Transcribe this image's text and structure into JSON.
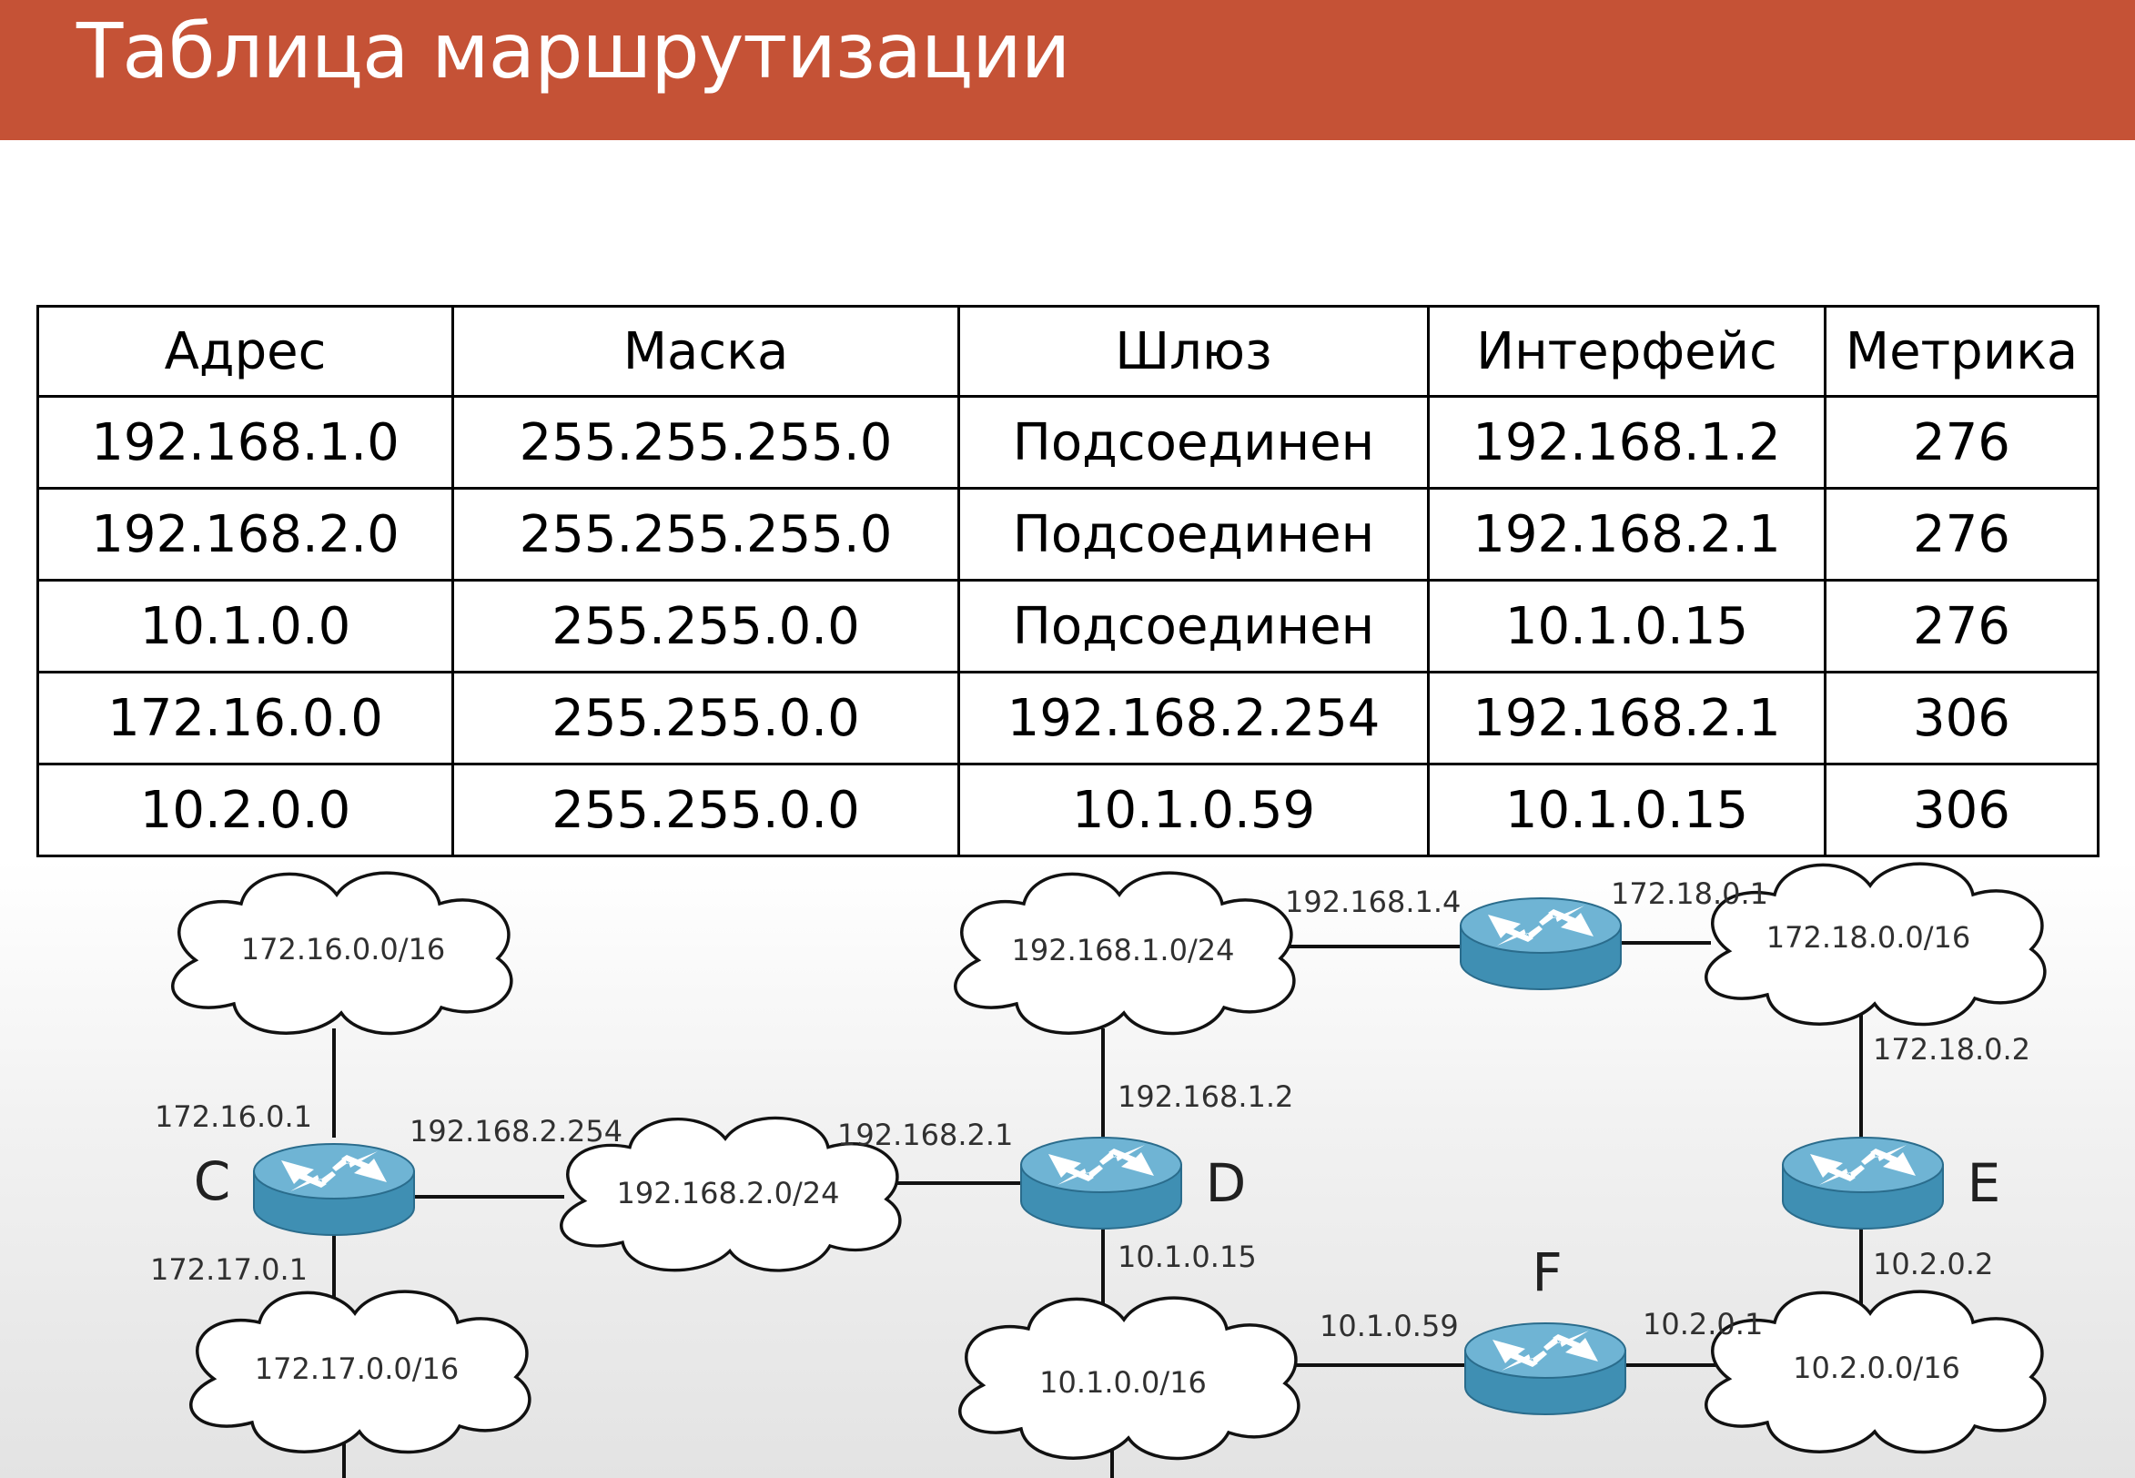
{
  "title": "Таблица маршрутизации",
  "table": {
    "headers": [
      "Адрес",
      "Маска",
      "Шлюз",
      "Интерфейс",
      "Метрика"
    ],
    "rows": [
      [
        "192.168.1.0",
        "255.255.255.0",
        "Подсоединен",
        "192.168.1.2",
        "276"
      ],
      [
        "192.168.2.0",
        "255.255.255.0",
        "Подсоединен",
        "192.168.2.1",
        "276"
      ],
      [
        "10.1.0.0",
        "255.255.0.0",
        "Подсоединен",
        "10.1.0.15",
        "276"
      ],
      [
        "172.16.0.0",
        "255.255.0.0",
        "192.168.2.254",
        "192.168.2.1",
        "306"
      ],
      [
        "10.2.0.0",
        "255.255.0.0",
        "10.1.0.59",
        "10.1.0.15",
        "306"
      ]
    ]
  },
  "diagram": {
    "networks": {
      "net_172_16": "172.16.0.0/16",
      "net_172_17": "172.17.0.0/16",
      "net_192_168_2": "192.168.2.0/24",
      "net_192_168_1": "192.168.1.0/24",
      "net_10_1": "10.1.0.0/16",
      "net_172_18": "172.18.0.0/16",
      "net_10_2": "10.2.0.0/16"
    },
    "routers": {
      "c": "C",
      "d": "D",
      "e": "E",
      "f": "F"
    },
    "interfaces": {
      "c_top": "172.16.0.1",
      "c_right": "192.168.2.254",
      "c_bottom": "172.17.0.1",
      "d_left": "192.168.2.1",
      "d_top": "192.168.1.2",
      "d_bottom": "10.1.0.15",
      "top_router_left": "192.168.1.4",
      "top_router_right": "172.18.0.1",
      "e_top": "172.18.0.2",
      "e_bottom": "10.2.0.2",
      "f_left": "10.1.0.59",
      "f_right": "10.2.0.1"
    },
    "colors": {
      "router_body": "#3f8fb3",
      "router_top": "#6fb4d4",
      "title_bar": "#c55236"
    }
  }
}
